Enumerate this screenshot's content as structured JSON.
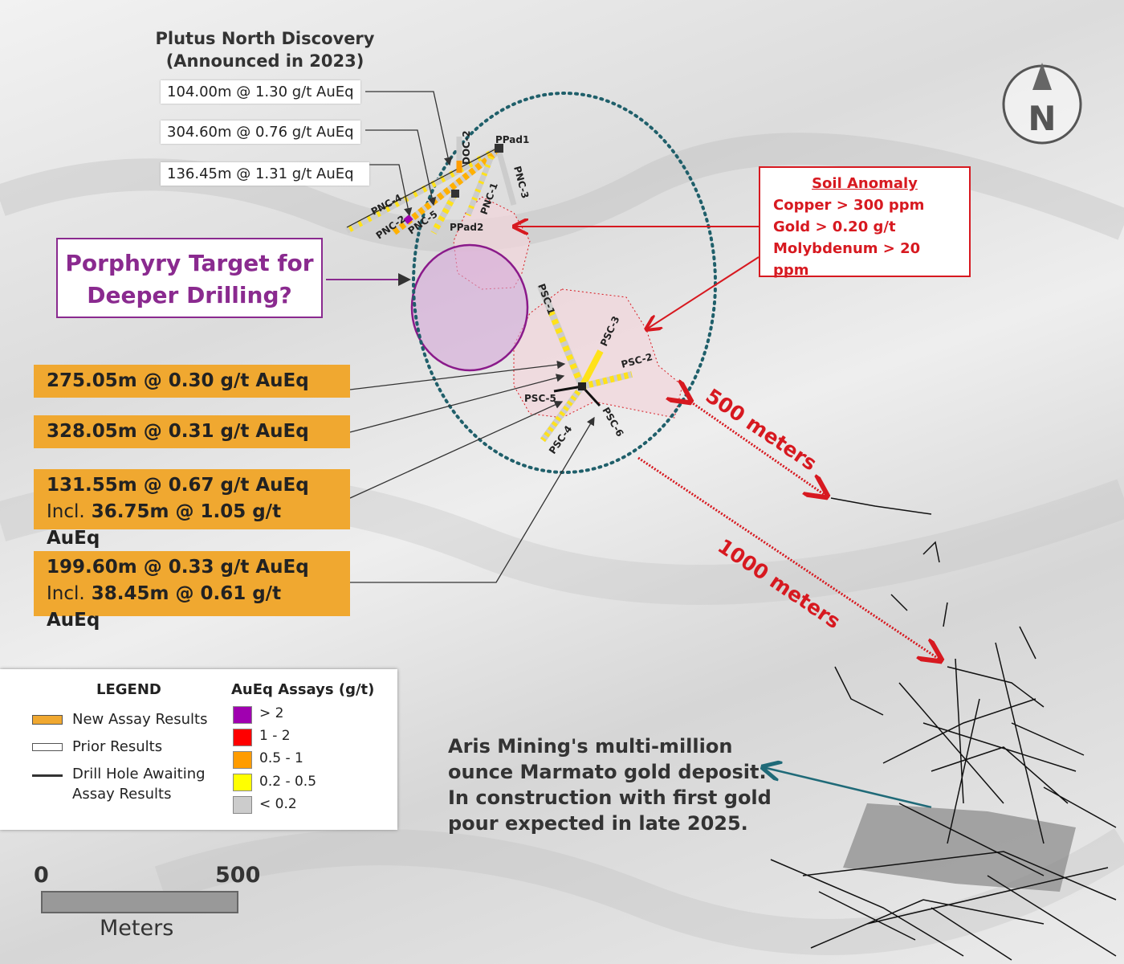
{
  "title": {
    "line1": "Plutus North Discovery",
    "line2": "(Announced in 2023)"
  },
  "north_intercepts": [
    "104.00m @ 1.30 g/t AuEq",
    "304.60m @ 0.76 g/t AuEq",
    "136.45m @ 1.31 g/t AuEq"
  ],
  "porphyry": {
    "line1": "Porphyry Target for",
    "line2": "Deeper Drilling?"
  },
  "soil_anomaly": {
    "title": "Soil Anomaly",
    "items": [
      "Copper > 300 ppm",
      "Gold > 0.20 g/t",
      "Molybdenum > 20 ppm"
    ]
  },
  "south_intercepts": [
    {
      "main": "275.05m @ 0.30 g/t AuEq"
    },
    {
      "main": "328.05m @ 0.31 g/t AuEq"
    },
    {
      "main": "131.55m @ 0.67 g/t AuEq",
      "incl_prefix": "Incl.",
      "incl": "36.75m @ 1.05 g/t AuEq"
    },
    {
      "main": "199.60m @ 0.33 g/t AuEq",
      "incl_prefix": "Incl.",
      "incl": "38.45m @ 0.61 g/t AuEq"
    }
  ],
  "drill_labels": {
    "ppad1": "PPad1",
    "ppad2": "PPad2",
    "doc2": "DOC-2",
    "pnc1": "PNC-1",
    "pnc2": "PNC-2",
    "pnc3": "PNC-3",
    "pnc4": "PNC-4",
    "pnc5": "PNC-5",
    "psc1": "PSC-1",
    "psc2": "PSC-2",
    "psc3": "PSC-3",
    "psc4": "PSC-4",
    "psc5": "PSC-5",
    "psc6": "PSC-6"
  },
  "distances": {
    "d500": "500 meters",
    "d1000": "1000 meters"
  },
  "legend": {
    "title": "LEGEND",
    "items": [
      "New Assay Results",
      "Prior Results",
      "Drill Hole Awaiting",
      "Assay Results"
    ],
    "assay_title": "AuEq Assays (g/t)",
    "assay_ranges": [
      {
        "label": "> 2",
        "color": "#a000b0"
      },
      {
        "label": "1 - 2",
        "color": "#ff0000"
      },
      {
        "label": "0.5 - 1",
        "color": "#ff9c00"
      },
      {
        "label": "0.2 - 0.5",
        "color": "#ffff00"
      },
      {
        "label": "< 0.2",
        "color": "#cccccc"
      }
    ]
  },
  "scale": {
    "start": "0",
    "end": "500",
    "unit": "Meters"
  },
  "north": "N",
  "aris": [
    "Aris Mining's multi-million",
    "ounce Marmato gold deposit.",
    "In construction with first gold",
    "pour expected in late 2025."
  ],
  "colors": {
    "accent_orange": "#f0a830",
    "purple": "#8a2a8f",
    "red": "#d71920",
    "teal": "#1f5f6a"
  }
}
